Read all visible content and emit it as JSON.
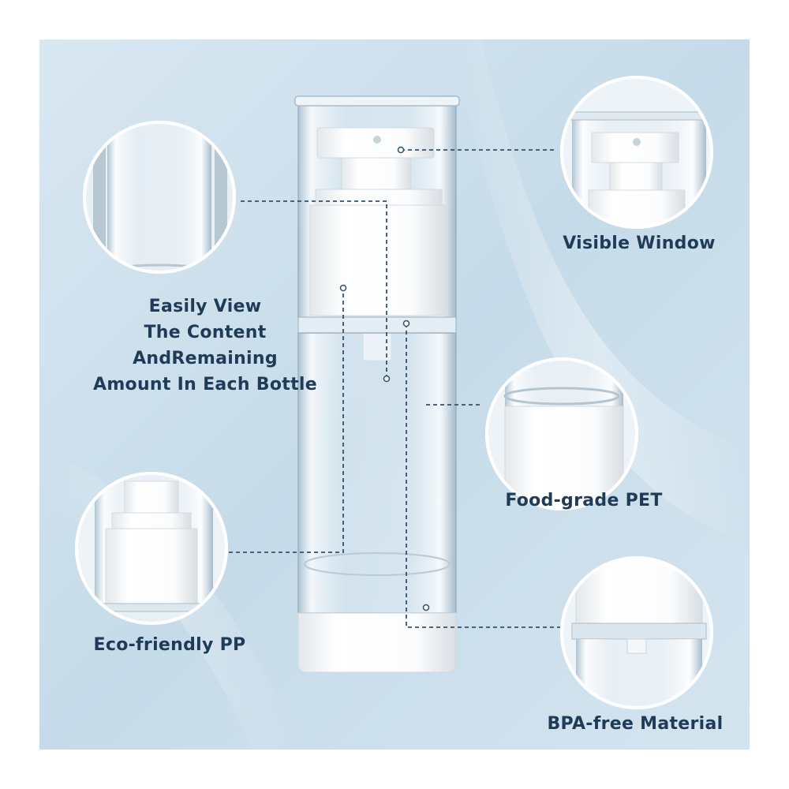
{
  "labels": {
    "view": [
      "Easily View",
      "The Content",
      "AndRemaining",
      "Amount In Each Bottle"
    ],
    "window": "Visible Window",
    "pet": "Food-grade PET",
    "pp": "Eco-friendly PP",
    "bpa": "BPA-free Material"
  }
}
